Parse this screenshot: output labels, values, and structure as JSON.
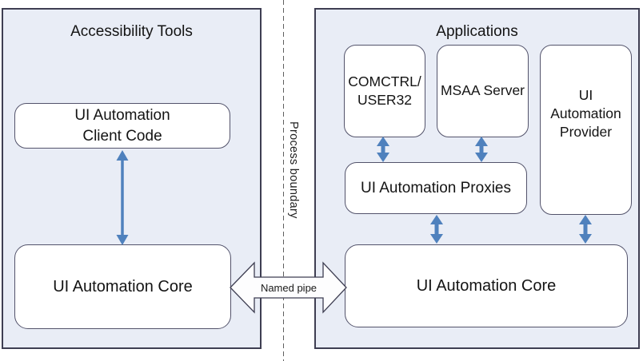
{
  "colors": {
    "arrow_blue": "#4f81bd",
    "panel_bg": "#e9edf6",
    "panel_border": "#3e3e52",
    "box_border": "#53536b",
    "box_bg": "#ffffff"
  },
  "left_panel": {
    "title": "Accessibility Tools",
    "client_code_label": "UI Automation Client Code",
    "core_label": "UI Automation Core"
  },
  "right_panel": {
    "title": "Applications",
    "comctrl_label": "COMCTRL/USER32",
    "msaa_label": "MSAA Server",
    "provider_label": "UI Automation Provider",
    "proxies_label": "UI Automation Proxies",
    "core_label": "UI Automation Core"
  },
  "labels": {
    "process_boundary": "Process boundary",
    "named_pipe": "Named pipe"
  }
}
